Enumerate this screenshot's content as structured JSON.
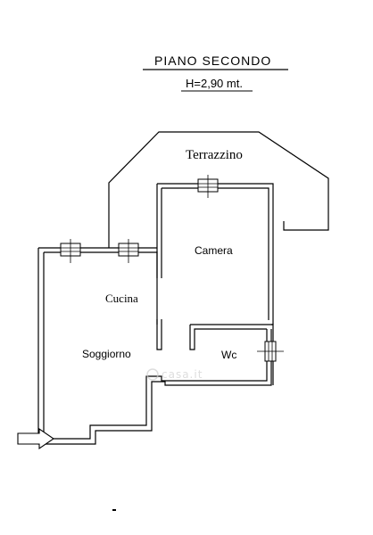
{
  "header": {
    "floor_label": "PIANO SECONDO",
    "height_label": "H=2,90 mt."
  },
  "rooms": {
    "terrazzino": "Terrazzino",
    "camera": "Camera",
    "cucina": "Cucina",
    "soggiorno": "Soggiorno",
    "wc": "Wc"
  },
  "watermark": {
    "text": "casa.it"
  },
  "icons": {
    "entrance": "entrance-arrow-icon"
  }
}
